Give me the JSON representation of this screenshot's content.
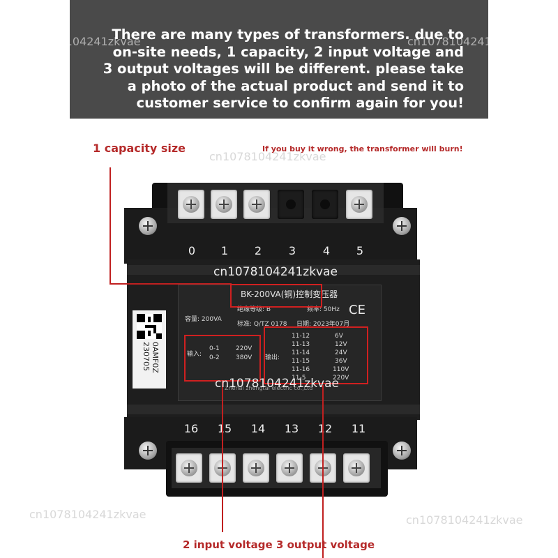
{
  "banner": {
    "lines": [
      "There are many types of transformers. due to",
      "on-site needs, 1 capacity, 2 input voltage and",
      "3 output voltages will be different. please take",
      "a photo of the actual product and send it to",
      "customer service to confirm again for you!"
    ]
  },
  "watermark": "cn1078104241zkvae",
  "labels": {
    "capacity": "1 capacity size",
    "warning": "If you buy it wrong, the transformer will burn!",
    "bottom": "2 input voltage 3 output voltage"
  },
  "terminals": {
    "top_numbers": [
      "0",
      "1",
      "2",
      "3",
      "4",
      "5"
    ],
    "bottom_numbers": [
      "16",
      "15",
      "14",
      "13",
      "12",
      "11"
    ]
  },
  "nameplate": {
    "title": "BK-200VA(铜)控制变压器",
    "insulation": "绝缘等级: B",
    "frequency": "频率: 50Hz",
    "ce": "CE",
    "capacity": "容量: 200VA",
    "standard": "标准: Q/TZ 0178",
    "date": "日期: 2023年07月",
    "input_label": "输入:",
    "inputs": [
      {
        "terminals": "0-1",
        "voltage": "220V"
      },
      {
        "terminals": "0-2",
        "voltage": "380V"
      }
    ],
    "output_label": "输出:",
    "outputs": [
      {
        "terminals": "11-12",
        "voltage": "6V"
      },
      {
        "terminals": "11-13",
        "voltage": "12V"
      },
      {
        "terminals": "11-14",
        "voltage": "24V"
      },
      {
        "terminals": "11-15",
        "voltage": "36V"
      },
      {
        "terminals": "11-16",
        "voltage": "110V"
      },
      {
        "terminals": "11-5",
        "voltage": "220V"
      }
    ],
    "maker": "Zhenai zhengtai electric co.,Ltd"
  },
  "sticker": {
    "code1": "230705",
    "code2": "0AMF0Z"
  },
  "colors": {
    "banner": "#4a4a4a",
    "red": "#c02020",
    "body": "#161616"
  }
}
